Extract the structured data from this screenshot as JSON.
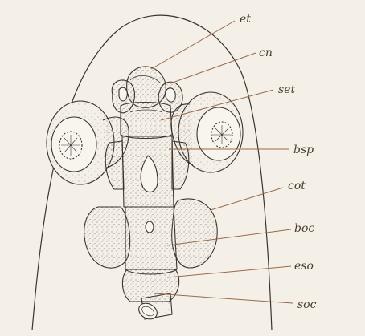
{
  "labels": {
    "et": "et",
    "cn": "cn",
    "set": "set",
    "bsp": "bsp",
    "cot": "cot",
    "boc": "boc",
    "eso": "eso",
    "soc": "soc"
  },
  "colors": {
    "paper": "#f4f0e8",
    "leader": "#9a6a4a",
    "ink": "#3a3330"
  }
}
